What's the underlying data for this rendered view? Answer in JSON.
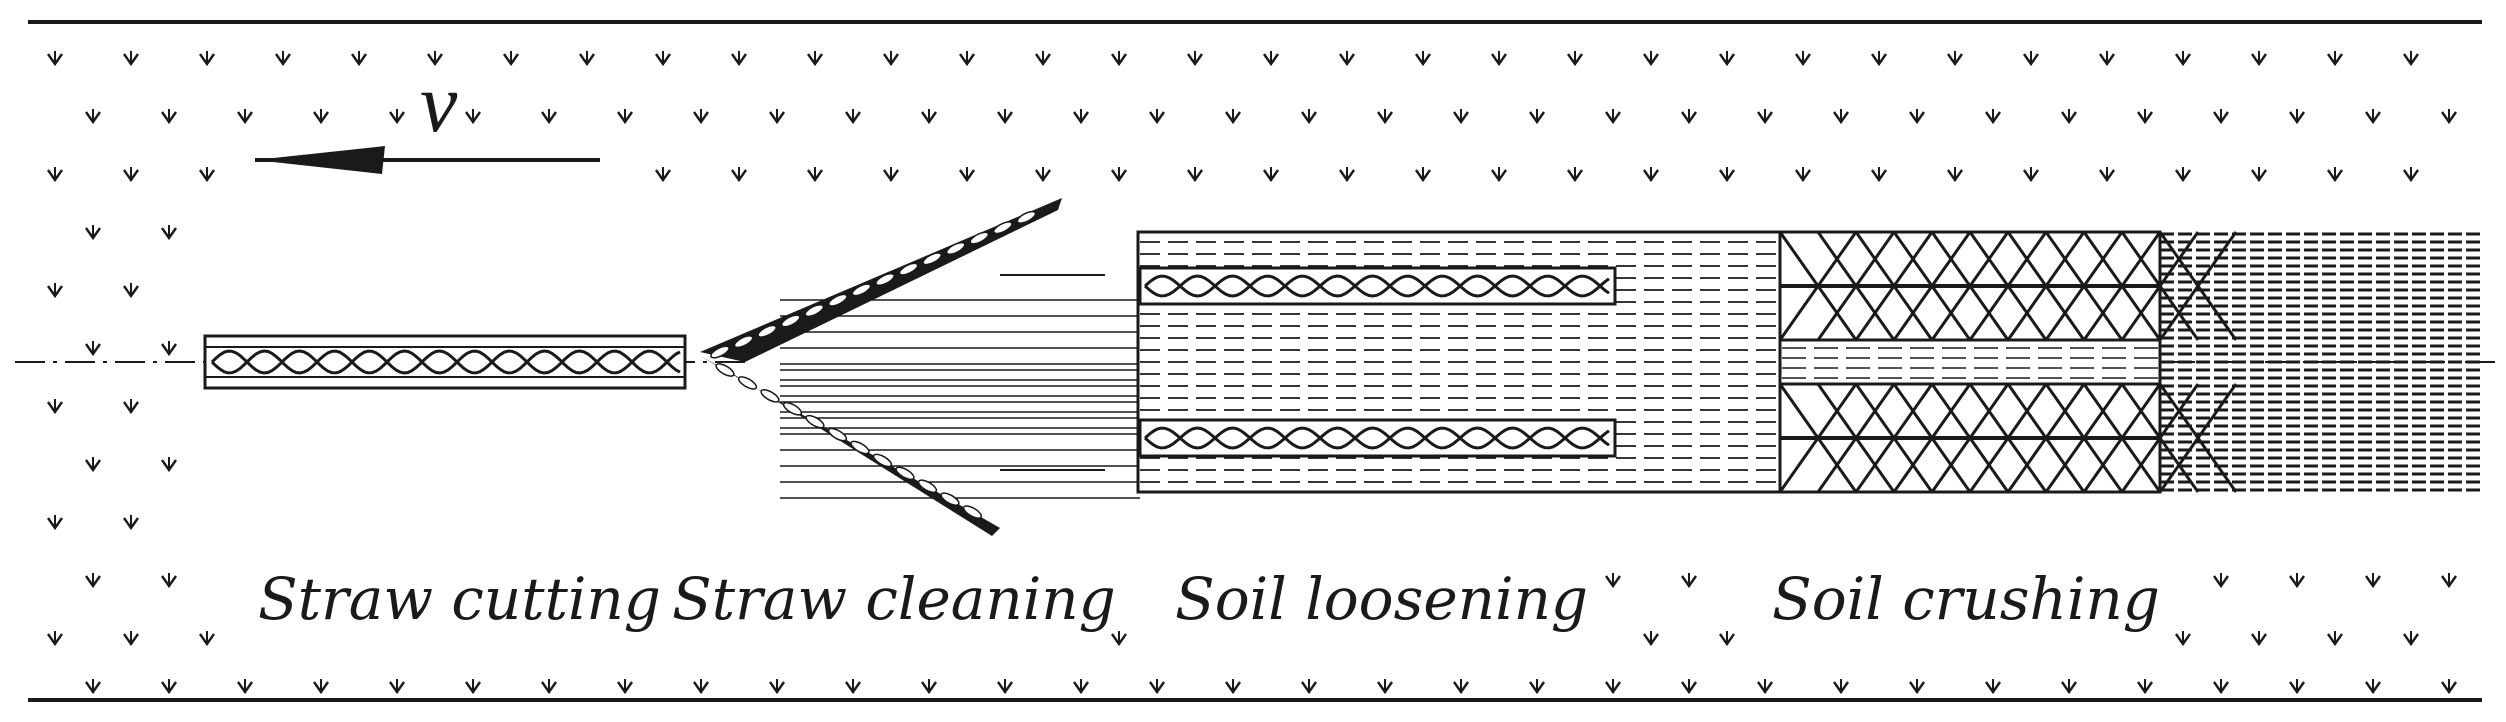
{
  "velocity": {
    "symbol": "v",
    "direction": "left"
  },
  "stages": [
    {
      "id": "straw-cutting",
      "label": "Straw cutting"
    },
    {
      "id": "straw-cleaning",
      "label": "Straw cleaning"
    },
    {
      "id": "soil-loosening",
      "label": "Soil loosening"
    },
    {
      "id": "soil-crushing",
      "label": "Soil crushing"
    }
  ],
  "colors": {
    "line": "#1a1a1a",
    "background": "#ffffff"
  }
}
